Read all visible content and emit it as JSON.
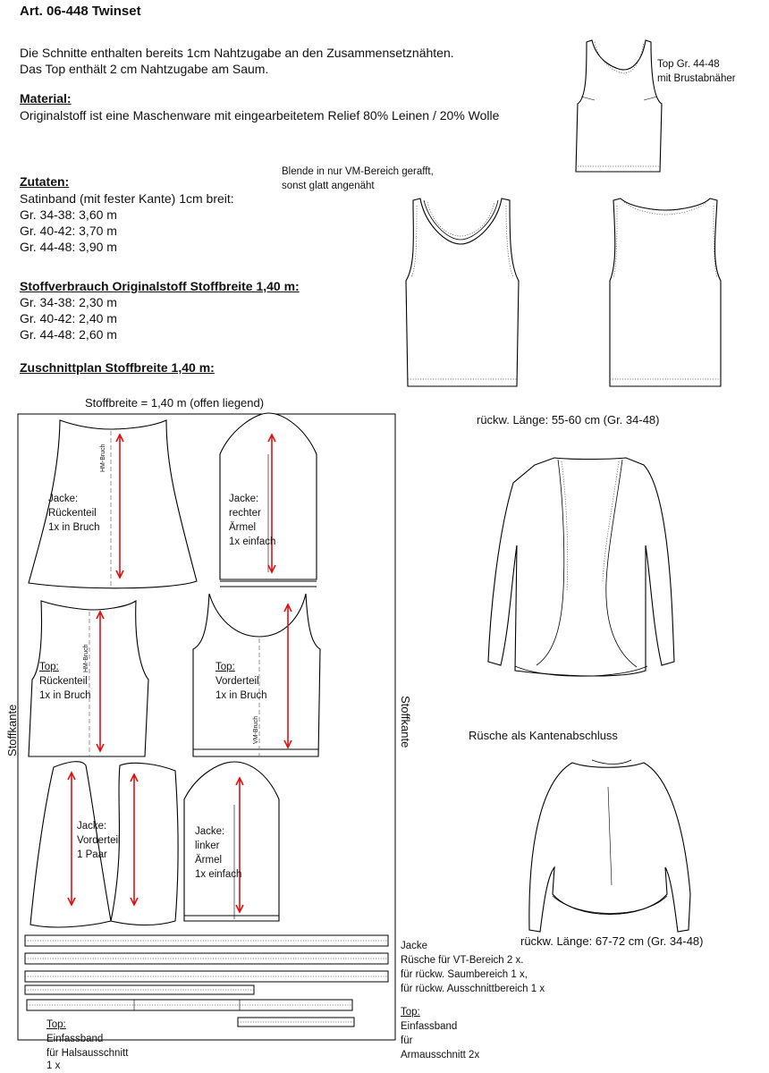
{
  "title": "Art. 06-448 Twinset",
  "intro": [
    "Die Schnitte enthalten  bereits 1cm Nahtzugabe an den Zusammensetznähten.",
    "Das Top enthält  2 cm Nahtzugabe am Saum."
  ],
  "material": {
    "heading": "Material:",
    "text": "Originalstoff ist eine Maschenware mit eingearbeitetem Relief 80% Leinen / 20% Wolle"
  },
  "zutaten": {
    "heading": "Zutaten:",
    "lines": [
      "Satinband (mit fester Kante) 1cm breit:",
      "Gr. 34-38: 3,60 m",
      "Gr. 40-42: 3,70 m",
      "Gr. 44-48: 3,90 m"
    ]
  },
  "stoffverbrauch": {
    "heading": "Stoffverbrauch Originalstoff Stoffbreite 1,40 m:",
    "lines": [
      "Gr. 34-38: 2,30 m",
      "Gr. 40-42: 2,40 m",
      "Gr. 44-48: 2,60 m"
    ]
  },
  "zuschnitt_heading": "Zuschnittplan Stoffbreite  1,40 m:",
  "layout": {
    "stoffbreite": "Stoffbreite = 1,40 m (offen liegend)",
    "stoffkante": "Stoffkante",
    "hm_bruch": "HM-Bruch",
    "vm_bruch": "VM-Bruch",
    "pieces": {
      "jacke_rueckenteil": [
        "Jacke:",
        "Rückenteil",
        "1x in Bruch"
      ],
      "jacke_rechter_aermel": [
        "Jacke:",
        "rechter",
        "Ärmel",
        "1x einfach"
      ],
      "top_rueckenteil": [
        "Top:",
        "Rückenteil",
        "1x in Bruch"
      ],
      "top_vorderteil": [
        "Top:",
        "Vorderteil",
        "1x in Bruch"
      ],
      "jacke_vorderteil": [
        "Jacke:",
        "Vorderteil",
        "1 Paar"
      ],
      "jacke_linker_aermel": [
        "Jacke:",
        "linker",
        "Ärmel",
        "1x einfach"
      ]
    },
    "label_jacke_ruesche": [
      "Jacke",
      "Rüsche für VT-Bereich 2 x.",
      "für rückw. Saumbereich 1 x,",
      "für rückw. Ausschnittbereich 1 x"
    ],
    "label_top_hals": [
      "Top:",
      "Einfassband",
      "für Halsausschnitt",
      "1 x"
    ],
    "label_top_arm": [
      "Top:",
      "Einfassband",
      "für",
      "Armausschnitt 2x"
    ]
  },
  "right": {
    "top_small_label": [
      "Top Gr. 44-48",
      "mit Brustabnäher"
    ],
    "blende_note": [
      "Blende in nur VM-Bereich gerafft,",
      "sonst glatt angenäht"
    ],
    "laenge_top": "rückw. Länge: 55-60 cm (Gr. 34-48)",
    "ruesche_note": "Rüsche als Kantenabschluss",
    "laenge_jacke": "rückw. Länge: 67-72 cm (Gr. 34-48)"
  },
  "colors": {
    "arrow": "#e01010",
    "ink": "#111111"
  }
}
